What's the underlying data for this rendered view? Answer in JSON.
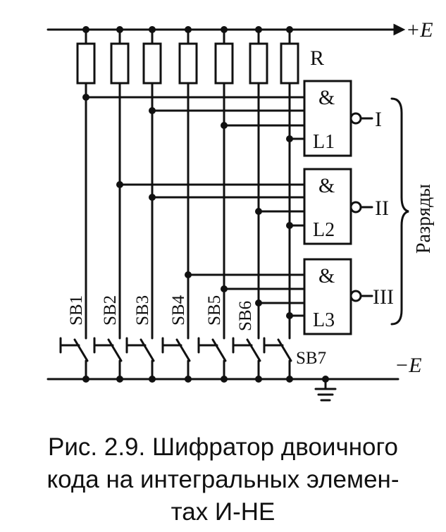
{
  "rails": {
    "positive_label": "+E",
    "negative_label": "−E"
  },
  "resistor_label": "R",
  "switches": [
    "SB1",
    "SB2",
    "SB3",
    "SB4",
    "SB5",
    "SB6",
    "SB7"
  ],
  "gates": [
    {
      "symbol": "&",
      "name": "L1",
      "output": "I"
    },
    {
      "symbol": "&",
      "name": "L2",
      "output": "II"
    },
    {
      "symbol": "&",
      "name": "L3",
      "output": "III"
    }
  ],
  "bits_label": "Разряды",
  "caption": {
    "line1": "Рис. 2.9. Шифратор двоичного",
    "line2": "кода на интегральных элемен-",
    "line3": "тах И-НЕ"
  }
}
